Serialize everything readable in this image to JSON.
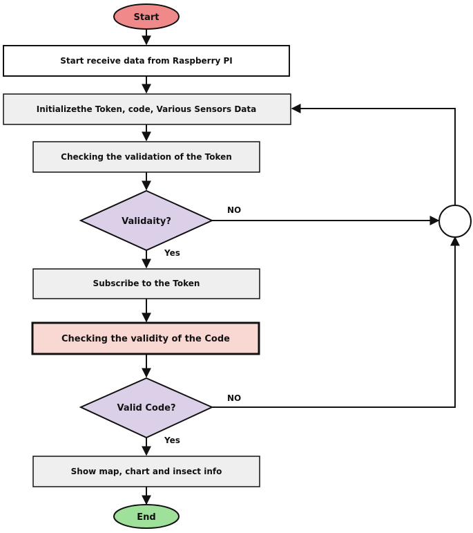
{
  "nodes": {
    "start": "Start",
    "receive": "Start receive data from Raspberry PI",
    "initialize": "Initializethe Token, code, Various Sensors Data",
    "check_token": "Checking the validation of the Token",
    "validity_decision": "Validaity?",
    "subscribe": "Subscribe to the Token",
    "check_code": "Checking the validity of the Code",
    "code_decision": "Valid Code?",
    "show": "Show map, chart and insect info",
    "end": "End"
  },
  "edges": {
    "validity_no": "NO",
    "validity_yes": "Yes",
    "code_no": "NO",
    "code_yes": "Yes"
  },
  "colors": {
    "start_fill": "#f08a8a",
    "end_fill": "#9fe09a",
    "process_fill": "#efefef",
    "highlight_fill": "#f9d7d2",
    "decision_fill": "#dcd0e8",
    "stroke": "#111111"
  }
}
